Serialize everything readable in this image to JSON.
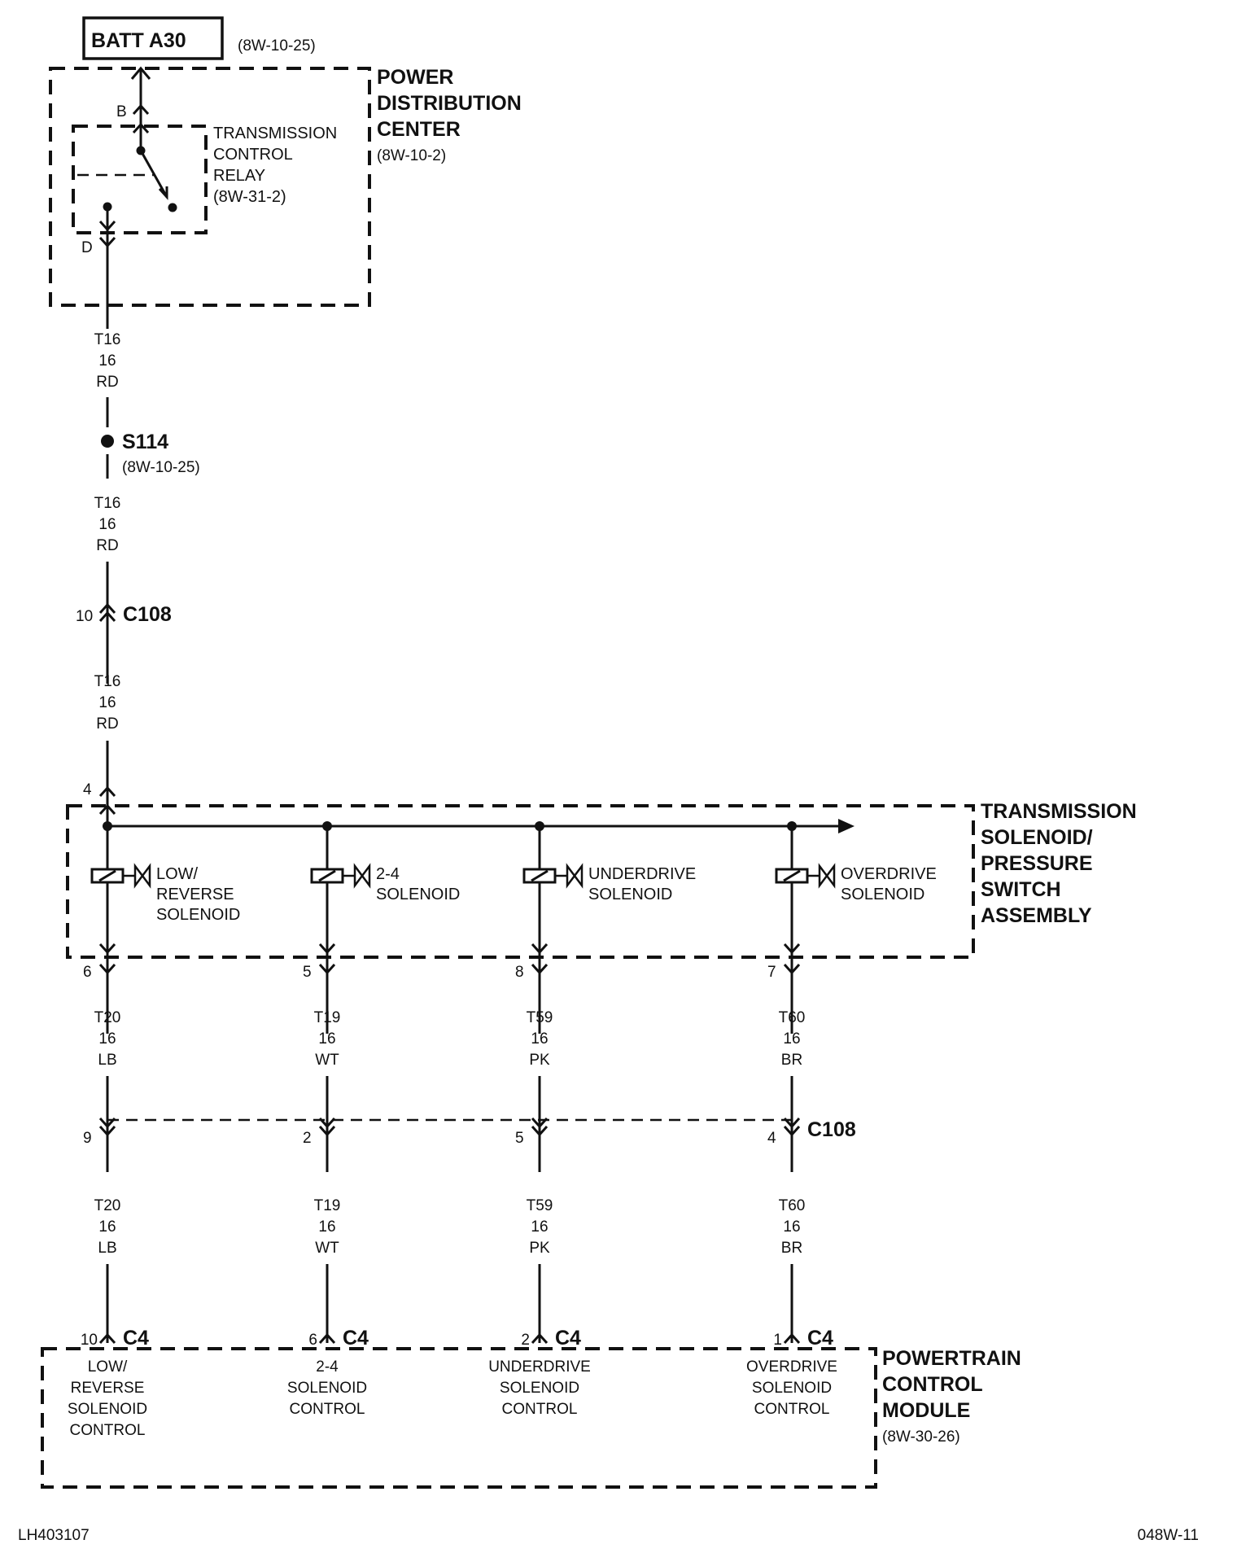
{
  "battery": {
    "label": "BATT A30",
    "ref": "(8W-10-25)"
  },
  "pdc": {
    "title_lines": [
      "POWER",
      "DISTRIBUTION",
      "CENTER"
    ],
    "ref": "(8W-10-2)",
    "pin_b": "B",
    "pin_d": "D"
  },
  "relay": {
    "lines": [
      "TRANSMISSION",
      "CONTROL",
      "RELAY",
      "(8W-31-2)"
    ]
  },
  "wire_main": {
    "circuit": "T16",
    "gauge": "16",
    "color": "RD"
  },
  "splice": {
    "id": "S114",
    "ref": "(8W-10-25)"
  },
  "connector_c108_top": {
    "pin": "10",
    "id": "C108"
  },
  "tsps": {
    "title_lines": [
      "TRANSMISSION",
      "SOLENOID/",
      "PRESSURE",
      "SWITCH",
      "ASSEMBLY"
    ],
    "input_pin": "4"
  },
  "solenoids": [
    {
      "name_lines": [
        "LOW/",
        "REVERSE",
        "SOLENOID"
      ],
      "out_pin": "6",
      "circuit": "T20",
      "gauge": "16",
      "color": "LB",
      "c108_pin": "9",
      "pcm_pin": "10",
      "pcm_conn": "C4",
      "pcm_lines": [
        "LOW/",
        "REVERSE",
        "SOLENOID",
        "CONTROL"
      ]
    },
    {
      "name_lines": [
        "2-4",
        "SOLENOID"
      ],
      "out_pin": "5",
      "circuit": "T19",
      "gauge": "16",
      "color": "WT",
      "c108_pin": "2",
      "pcm_pin": "6",
      "pcm_conn": "C4",
      "pcm_lines": [
        "2-4",
        "SOLENOID",
        "CONTROL"
      ]
    },
    {
      "name_lines": [
        "UNDERDRIVE",
        "SOLENOID"
      ],
      "out_pin": "8",
      "circuit": "T59",
      "gauge": "16",
      "color": "PK",
      "c108_pin": "5",
      "pcm_pin": "2",
      "pcm_conn": "C4",
      "pcm_lines": [
        "UNDERDRIVE",
        "SOLENOID",
        "CONTROL"
      ]
    },
    {
      "name_lines": [
        "OVERDRIVE",
        "SOLENOID"
      ],
      "out_pin": "7",
      "circuit": "T60",
      "gauge": "16",
      "color": "BR",
      "c108_pin": "4",
      "pcm_pin": "1",
      "pcm_conn": "C4",
      "pcm_lines": [
        "OVERDRIVE",
        "SOLENOID",
        "CONTROL"
      ]
    }
  ],
  "connector_c108_bottom": {
    "id": "C108"
  },
  "pcm": {
    "title_lines": [
      "POWERTRAIN",
      "CONTROL",
      "MODULE"
    ],
    "ref": "(8W-30-26)"
  },
  "footer": {
    "left": "LH403107",
    "right": "048W-11"
  }
}
